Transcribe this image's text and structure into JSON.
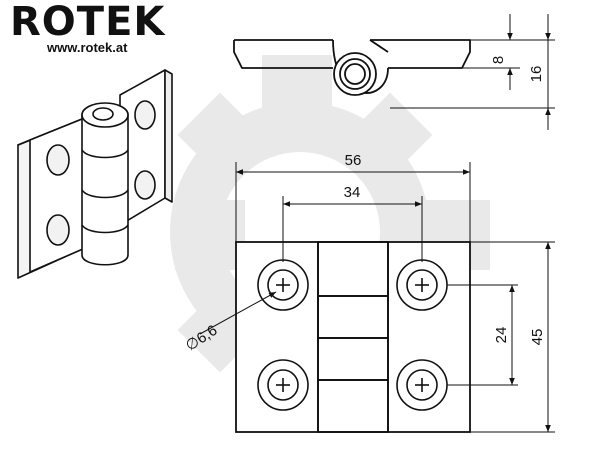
{
  "brand": {
    "name": "ROTEK",
    "url": "www.rotek.at"
  },
  "dimensions": {
    "top_thickness": "8",
    "top_height": "16",
    "width_overall": "56",
    "hole_spacing_horizontal": "34",
    "hole_spacing_vertical": "24",
    "height_overall": "45",
    "hole_diameter": "∅6,6"
  },
  "colors": {
    "line": "#111111",
    "watermark": "#e8e8e8"
  }
}
